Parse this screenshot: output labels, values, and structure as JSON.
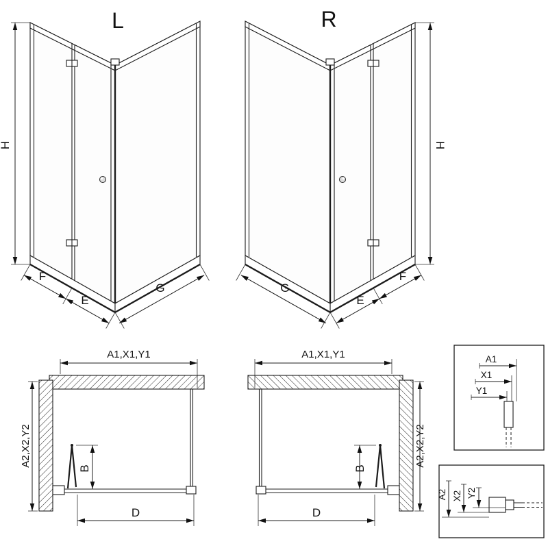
{
  "page": {
    "background": "#ffffff",
    "line_color": "#1c1c1c"
  },
  "views": {
    "l": {
      "label": "L",
      "h": "H",
      "f": "F",
      "e": "E",
      "g": "G"
    },
    "r": {
      "label": "R",
      "h": "H",
      "f": "F",
      "e": "E",
      "g": "G"
    },
    "plan_l": {
      "top": "A1,X1,Y1",
      "side": "A2,X2,Y2",
      "b": "B",
      "d": "D"
    },
    "plan_r": {
      "top": "A1,X1,Y1",
      "side": "A2,X2,Y2",
      "b": "B",
      "d": "D"
    },
    "detail_1": {
      "a": "A1",
      "x": "X1",
      "y": "Y1"
    },
    "detail_2": {
      "a": "A2",
      "x": "X2",
      "y": "Y2"
    }
  }
}
